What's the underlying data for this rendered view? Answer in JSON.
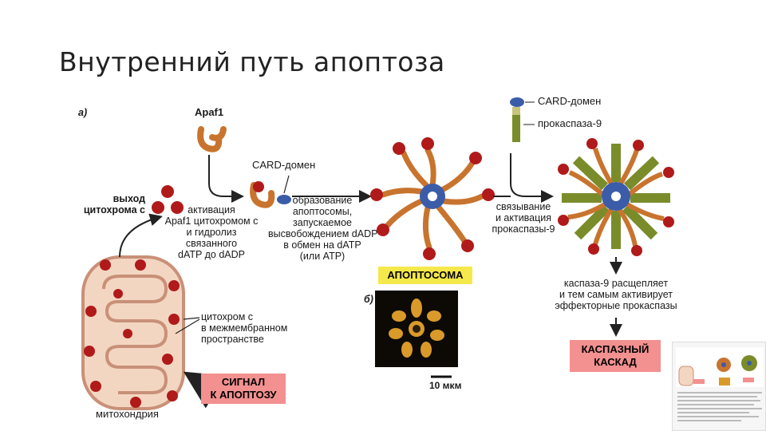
{
  "slide": {
    "title": "Внутренний путь апоптоза"
  },
  "figure": {
    "panel_a": "а)",
    "panel_b": "б)",
    "apaf1": "Apaf1",
    "card_domain_1": "CARD-домен",
    "card_domain_2": "CARD-домен",
    "procaspase9": "прокаспаза-9",
    "cytochrome_release": [
      "выход",
      "цитохрома с"
    ],
    "activation": [
      "активация",
      "Apaf1 цитохромом с",
      "и гидролиз",
      "связанного",
      "dATP до dADP"
    ],
    "apoptosome_formation": [
      "образование",
      "апоптосомы,",
      "запускаемое",
      "высвобождением dADP",
      "в обмен на dATP",
      "(или ATP)"
    ],
    "binding": [
      "связывание",
      "и активация",
      "прокаспазы-9"
    ],
    "apoptosome_label": "АПОПТОСОМА",
    "cleavage": [
      "каспаза-9 расщепляет",
      "и тем самым активирует",
      "эффекторные прокаспазы"
    ],
    "cytochrome_space": [
      "цитохром с",
      "в межмембранном",
      "пространстве"
    ],
    "signal": [
      "СИГНАЛ",
      "К АПОПТОЗУ"
    ],
    "cascade": [
      "КАСПАЗНЫЙ",
      "КАСКАД"
    ],
    "mitochondrion": "митохондрия",
    "scale_bar": "10 мкм"
  },
  "colors": {
    "cytochrome": "#b01a1a",
    "apaf1": "#c8742e",
    "hub": "#3b5ca8",
    "procaspase": "#7a8c2a",
    "mito_fill": "#f3d6c2",
    "mito_stroke": "#c99078",
    "apoptosome_box": "#f5e84a",
    "signal_box": "#f39090",
    "cascade_box": "#f39090"
  }
}
